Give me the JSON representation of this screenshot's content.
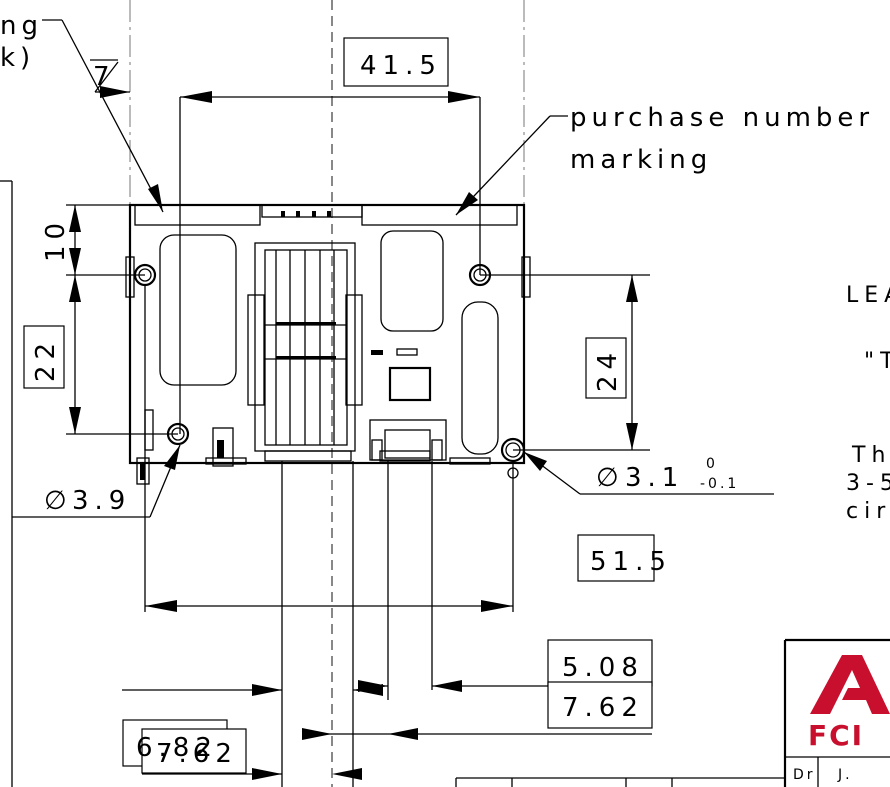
{
  "corner_text": {
    "line1": "ng",
    "line2": "k)"
  },
  "dimensions": {
    "d7_top": "7",
    "d41_5": "41.5",
    "d10": "10",
    "d22": "22",
    "d24": "24",
    "d3_1": "3.1",
    "d3_1_tol_upper": "0",
    "d3_1_tol_lower": "-0.1",
    "d3_9": "3.9",
    "d51_5": "51.5",
    "d6_82": "6.82",
    "d5_08": "5.08",
    "d7_62_right": "7.62",
    "d7_62_left": "7.62"
  },
  "diameter_symbol": "∅",
  "labels": {
    "purchase_line1": "purchase number",
    "purchase_line2": "marking"
  },
  "right_cut_text": {
    "lea": "LEA",
    "quote_t": "\"T",
    "th": "Th",
    "line_3_5": "3-5",
    "cir": "cir"
  },
  "title_block": {
    "logo_text": "FCI",
    "logo_color": "#c8102e",
    "cell_dr": "Dr",
    "cell_j": "J."
  }
}
